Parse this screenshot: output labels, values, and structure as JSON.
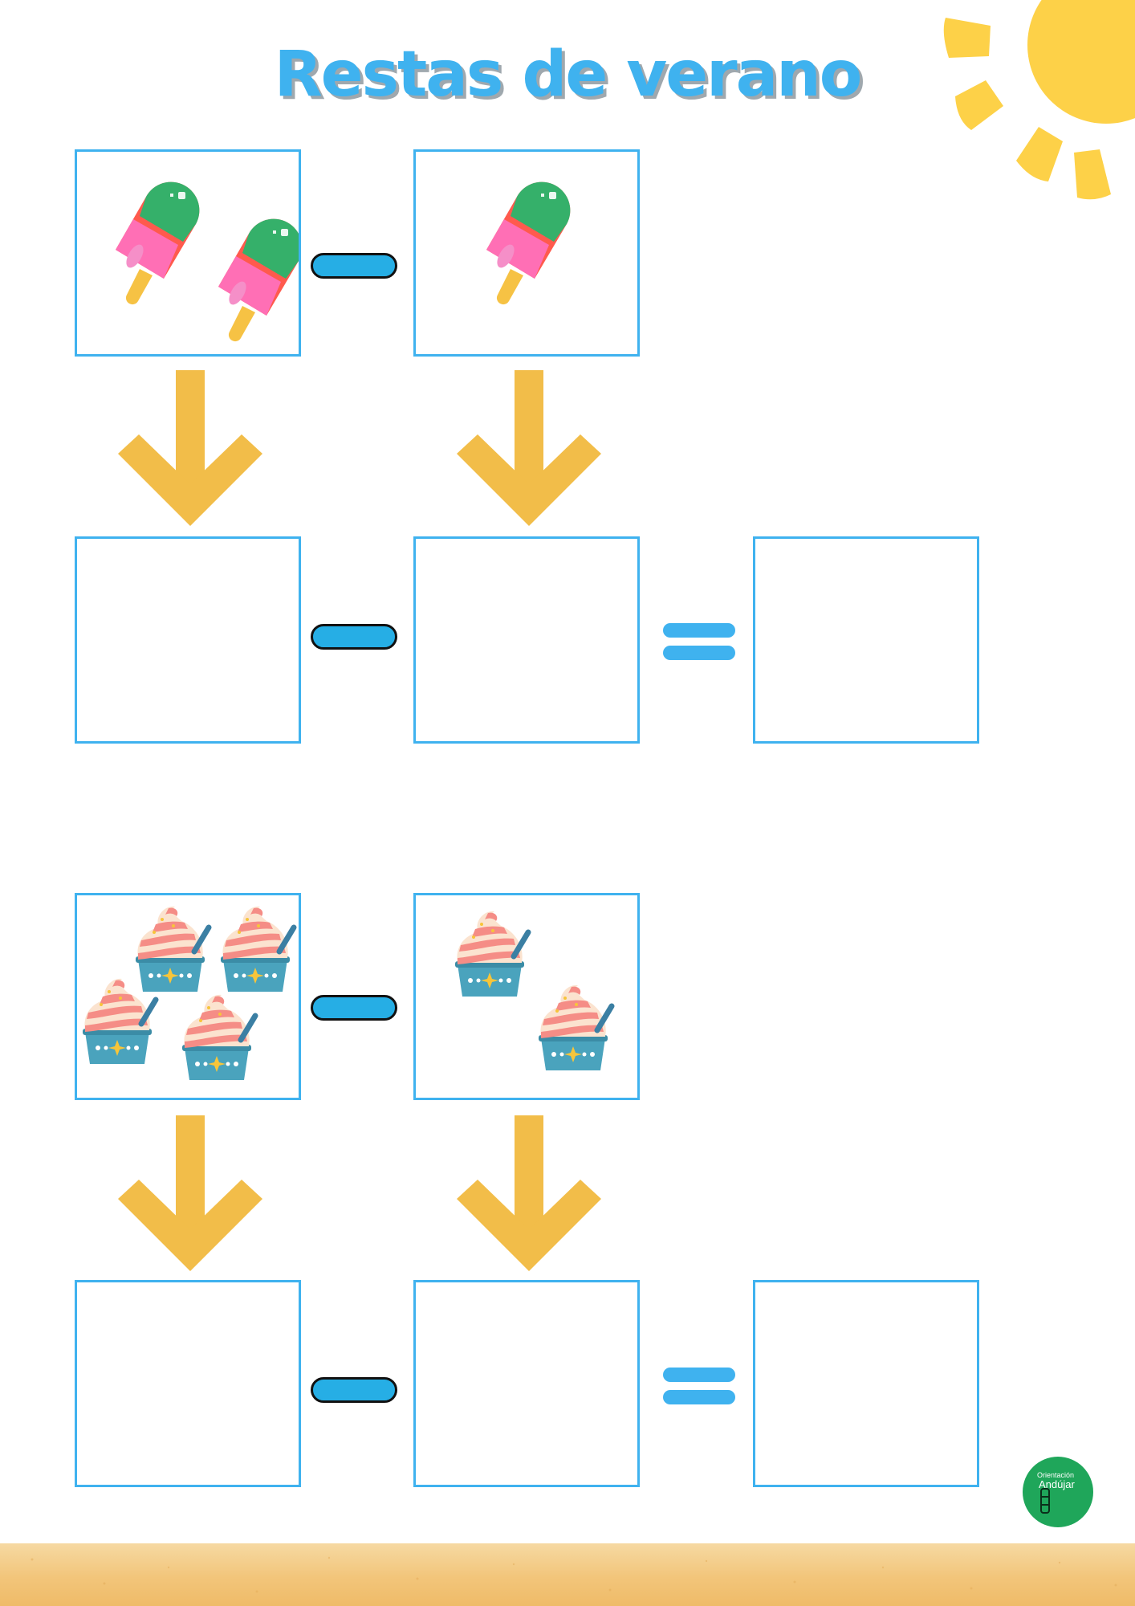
{
  "worksheet": {
    "title": "Restas de verano"
  },
  "exercises": [
    {
      "top_left": {
        "item": "popsicle",
        "count": 2
      },
      "top_right": {
        "item": "popsicle",
        "count": 1
      }
    },
    {
      "top_left": {
        "item": "ice-cream-cup",
        "count": 4
      },
      "top_right": {
        "item": "ice-cream-cup",
        "count": 2
      }
    }
  ],
  "logo": {
    "line1": "Orientación",
    "line2": "Andújar"
  },
  "colors": {
    "title": "#3fb2ef",
    "box_border": "#3fb2ef",
    "minus": "#26aee5",
    "arrow": "#f2bd49",
    "sun": "#fdd148",
    "logo": "#1fa65a"
  }
}
